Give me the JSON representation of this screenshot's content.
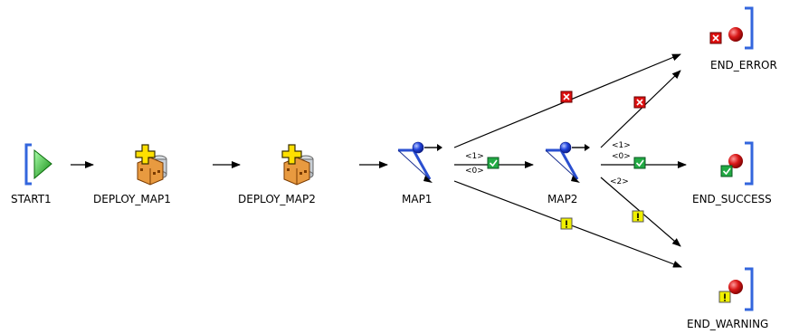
{
  "nodes": {
    "start1": {
      "label": "START1",
      "icon": "start-activity-icon"
    },
    "deploy_map1": {
      "label": "DEPLOY_MAP1",
      "icon": "deploy-icon"
    },
    "deploy_map2": {
      "label": "DEPLOY_MAP2",
      "icon": "deploy-icon"
    },
    "map1": {
      "label": "MAP1",
      "icon": "mapping-icon"
    },
    "map2": {
      "label": "MAP2",
      "icon": "mapping-icon"
    },
    "end_error": {
      "label": "END_ERROR",
      "icon": "end-error-icon"
    },
    "end_success": {
      "label": "END_SUCCESS",
      "icon": "end-success-icon"
    },
    "end_warning": {
      "label": "END_WARNING",
      "icon": "end-warning-icon"
    }
  },
  "edge_labels": {
    "map1_success_cond_1": "<1>",
    "map1_success_cond_0": "<0>",
    "map2_success_cond_1": "<1>",
    "map2_success_cond_0": "<0>",
    "map2_warning_cond_2": "<2>"
  },
  "colors": {
    "error": "#dd1111",
    "success": "#22aa44",
    "warning": "#f0f000",
    "bracket": "#3366dd",
    "start": "#22bb22",
    "map_ball": "#2244dd",
    "end_ball": "#cc1111",
    "deploy_box": "#e89a40",
    "deploy_plus": "#ffe000"
  }
}
